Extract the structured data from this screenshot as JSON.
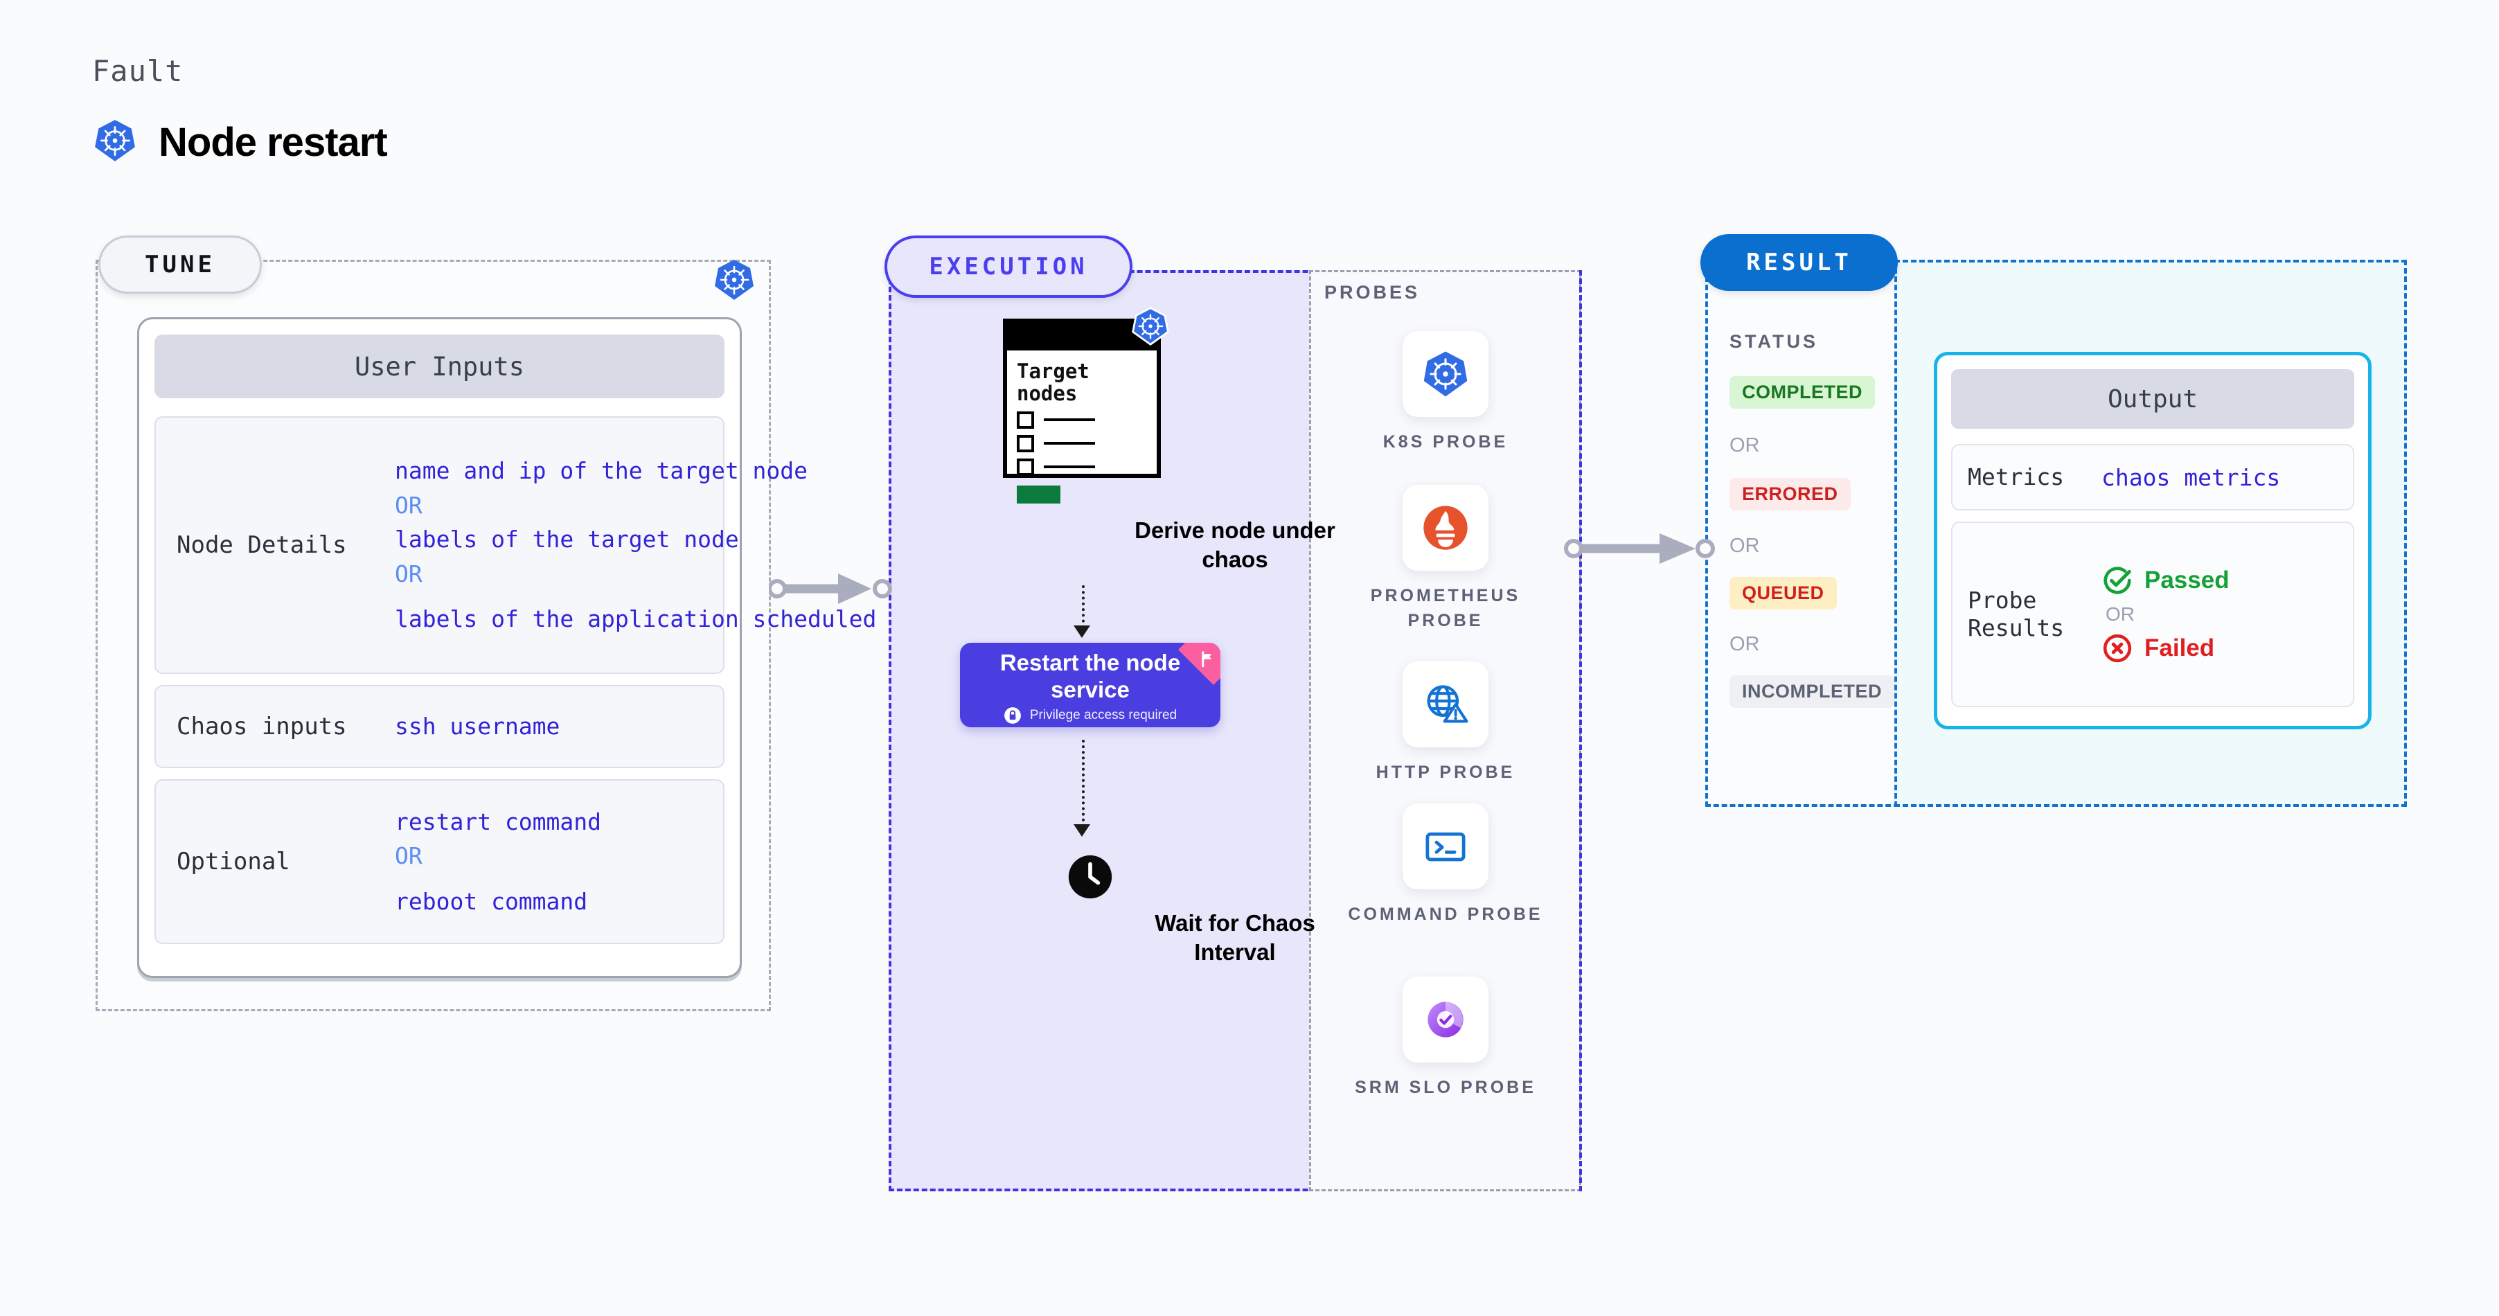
{
  "header": {
    "kicker": "Fault",
    "title": "Node restart",
    "icon": "kubernetes-icon"
  },
  "tune": {
    "pill_label": "TUNE",
    "badge_icon": "kubernetes-icon",
    "card_title": "User Inputs",
    "rows": [
      {
        "label": "Node Details",
        "values": [
          "name and ip of the target node",
          "OR",
          "labels of the target node",
          "OR",
          "labels of the application scheduled on target node"
        ]
      },
      {
        "label": "Chaos inputs",
        "values": [
          "ssh username"
        ]
      },
      {
        "label": "Optional",
        "values": [
          "restart command",
          "OR",
          "reboot command"
        ]
      }
    ]
  },
  "execution": {
    "pill_label": "EXECUTION",
    "target_card": {
      "title_line1": "Target",
      "title_line2": "nodes",
      "icon": "kubernetes-icon",
      "checkbox_rows": 3
    },
    "derive_label_line1": "Derive node under",
    "derive_label_line2": "chaos",
    "action": {
      "title_line1": "Restart the node",
      "title_line2": "service",
      "privilege_note": "Privilege access required",
      "lock_icon": "lock-icon",
      "ribbon_icon": "flag-ribbon-icon",
      "color": "#4b3ee0"
    },
    "wait": {
      "icon": "clock-icon",
      "label_line1": "Wait for Chaos",
      "label_line2": "Interval"
    },
    "probes_title": "PROBES",
    "probes": [
      {
        "label": "K8S PROBE",
        "icon": "kubernetes-icon"
      },
      {
        "label": "PROMETHEUS PROBE",
        "icon": "prometheus-icon"
      },
      {
        "label": "HTTP PROBE",
        "icon": "http-globe-warning-icon"
      },
      {
        "label": "COMMAND PROBE",
        "icon": "terminal-icon"
      },
      {
        "label": "SRM SLO PROBE",
        "icon": "srm-slo-icon"
      }
    ]
  },
  "result": {
    "pill_label": "RESULT",
    "status_title": "STATUS",
    "statuses": [
      {
        "label": "COMPLETED",
        "bg": "#d8f5d4",
        "fg": "#18771f"
      },
      {
        "label": "ERRORED",
        "bg": "#fdeaea",
        "fg": "#cf2020"
      },
      {
        "label": "QUEUED",
        "bg": "#fdeec3",
        "fg": "#cf2020"
      },
      {
        "label": "INCOMPLETED",
        "bg": "#eff0f4",
        "fg": "#5c6275"
      }
    ],
    "or_label": "OR",
    "output": {
      "title": "Output",
      "metrics_label": "Metrics",
      "metrics_value": "chaos metrics",
      "probe_results_label_line1": "Probe",
      "probe_results_label_line2": "Results",
      "passed_label": "Passed",
      "failed_label": "Failed",
      "or_label": "OR",
      "passed_icon": "check-circle-icon",
      "failed_icon": "x-circle-icon",
      "accent": "#18b4e9"
    }
  },
  "connectors": [
    {
      "name": "tune-to-execution"
    },
    {
      "name": "execution-to-result"
    }
  ]
}
